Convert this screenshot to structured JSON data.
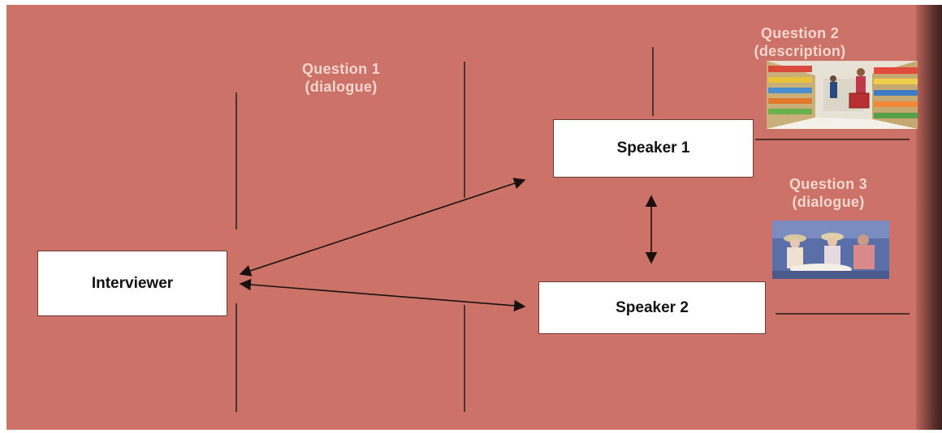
{
  "diagram": {
    "nodes": {
      "interviewer": "Interviewer",
      "speaker1": "Speaker 1",
      "speaker2": "Speaker 2"
    },
    "questions": {
      "q1": {
        "title": "Question 1",
        "subtitle": "(dialogue)"
      },
      "q2": {
        "title": "Question 2",
        "subtitle": "(description)"
      },
      "q3": {
        "title": "Question 3",
        "subtitle": "(dialogue)"
      }
    },
    "images": {
      "q2": "supermarket-photo",
      "q3": "cafe-painting"
    },
    "colors": {
      "background": "#cc7268",
      "label": "#f2d6cf",
      "line": "#2a1a18"
    }
  }
}
